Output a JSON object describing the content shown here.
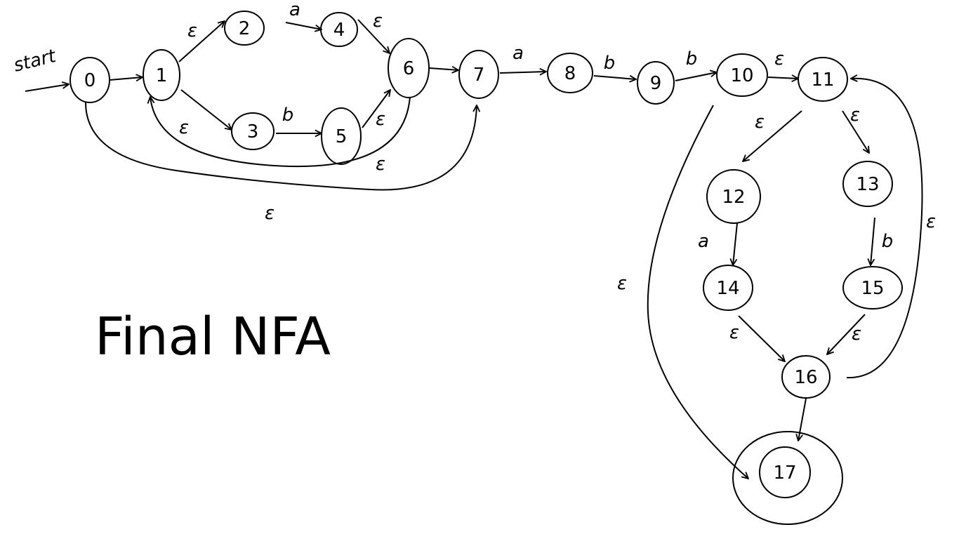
{
  "diagram": {
    "title": "Final NFA",
    "start_label": "start",
    "colors": {
      "ink": "#000000",
      "paper": "#ffffff"
    },
    "states": [
      {
        "id": "0",
        "label": "0"
      },
      {
        "id": "1",
        "label": "1"
      },
      {
        "id": "2",
        "label": "2"
      },
      {
        "id": "3",
        "label": "3"
      },
      {
        "id": "4",
        "label": "4"
      },
      {
        "id": "5",
        "label": "5"
      },
      {
        "id": "6",
        "label": "6"
      },
      {
        "id": "7",
        "label": "7"
      },
      {
        "id": "8",
        "label": "8"
      },
      {
        "id": "9",
        "label": "9"
      },
      {
        "id": "10",
        "label": "10"
      },
      {
        "id": "11",
        "label": "11"
      },
      {
        "id": "12",
        "label": "12"
      },
      {
        "id": "13",
        "label": "13"
      },
      {
        "id": "14",
        "label": "14"
      },
      {
        "id": "15",
        "label": "15"
      },
      {
        "id": "16",
        "label": "16"
      },
      {
        "id": "17",
        "label": "17",
        "accepting": true
      }
    ],
    "transitions": [
      {
        "from": "0",
        "to": "1",
        "label": ""
      },
      {
        "from": "1",
        "to": "2",
        "label": "ε"
      },
      {
        "from": "1",
        "to": "3",
        "label": "ε"
      },
      {
        "from": "2",
        "to": "4",
        "label": "a"
      },
      {
        "from": "3",
        "to": "5",
        "label": "b"
      },
      {
        "from": "4",
        "to": "6",
        "label": "ε"
      },
      {
        "from": "5",
        "to": "6",
        "label": "ε"
      },
      {
        "from": "6",
        "to": "1",
        "label": "ε"
      },
      {
        "from": "6",
        "to": "7",
        "label": ""
      },
      {
        "from": "0",
        "to": "7",
        "label": "ε"
      },
      {
        "from": "7",
        "to": "8",
        "label": "a"
      },
      {
        "from": "8",
        "to": "9",
        "label": "b"
      },
      {
        "from": "9",
        "to": "10",
        "label": "b"
      },
      {
        "from": "10",
        "to": "11",
        "label": "ε"
      },
      {
        "from": "11",
        "to": "12",
        "label": "ε"
      },
      {
        "from": "11",
        "to": "13",
        "label": "ε"
      },
      {
        "from": "12",
        "to": "14",
        "label": "a"
      },
      {
        "from": "13",
        "to": "15",
        "label": "b"
      },
      {
        "from": "14",
        "to": "16",
        "label": "ε"
      },
      {
        "from": "15",
        "to": "16",
        "label": "ε"
      },
      {
        "from": "16",
        "to": "11",
        "label": "ε"
      },
      {
        "from": "10",
        "to": "17",
        "label": "ε"
      },
      {
        "from": "16",
        "to": "17",
        "label": ""
      }
    ]
  }
}
